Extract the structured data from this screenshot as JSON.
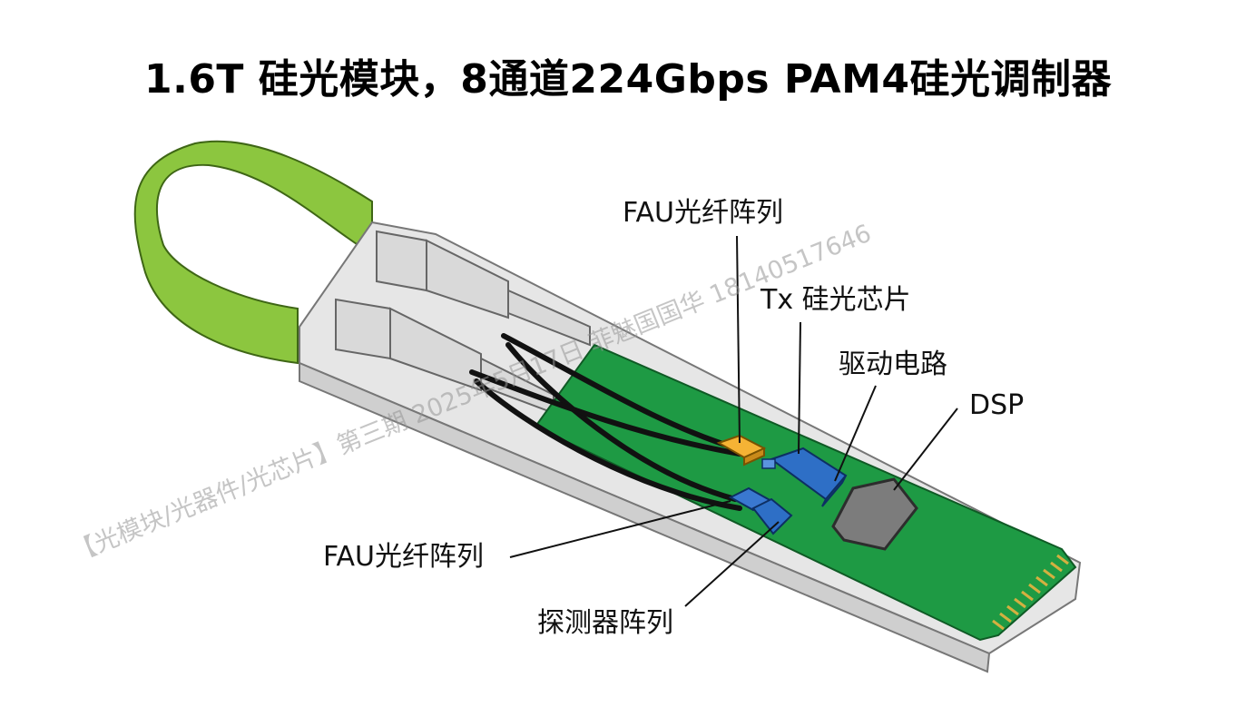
{
  "title": "1.6T 硅光模块，8通道224Gbps PAM4硅光调制器",
  "labels": {
    "fau_top": "FAU光纤阵列",
    "tx_chip": "Tx 硅光芯片",
    "driver": "驱动电路",
    "dsp": "DSP",
    "fau_bottom": "FAU光纤阵列",
    "detector": "探测器阵列"
  },
  "watermark": {
    "text": "【光模块/光器件/光芯片】第三期 2025年5月17日 菲魅国国华 18140517646"
  },
  "colors": {
    "pull_tab": "#8cc63f",
    "pcb": "#1e9a44",
    "housing": "#e6e6e6",
    "housing_dark": "#cfcfcf",
    "fau": "#f5b335",
    "tx_chip": "#2e6fc6",
    "dsp": "#7c7c7c",
    "fiber": "#111111",
    "edge_connector": "#d4b040"
  }
}
